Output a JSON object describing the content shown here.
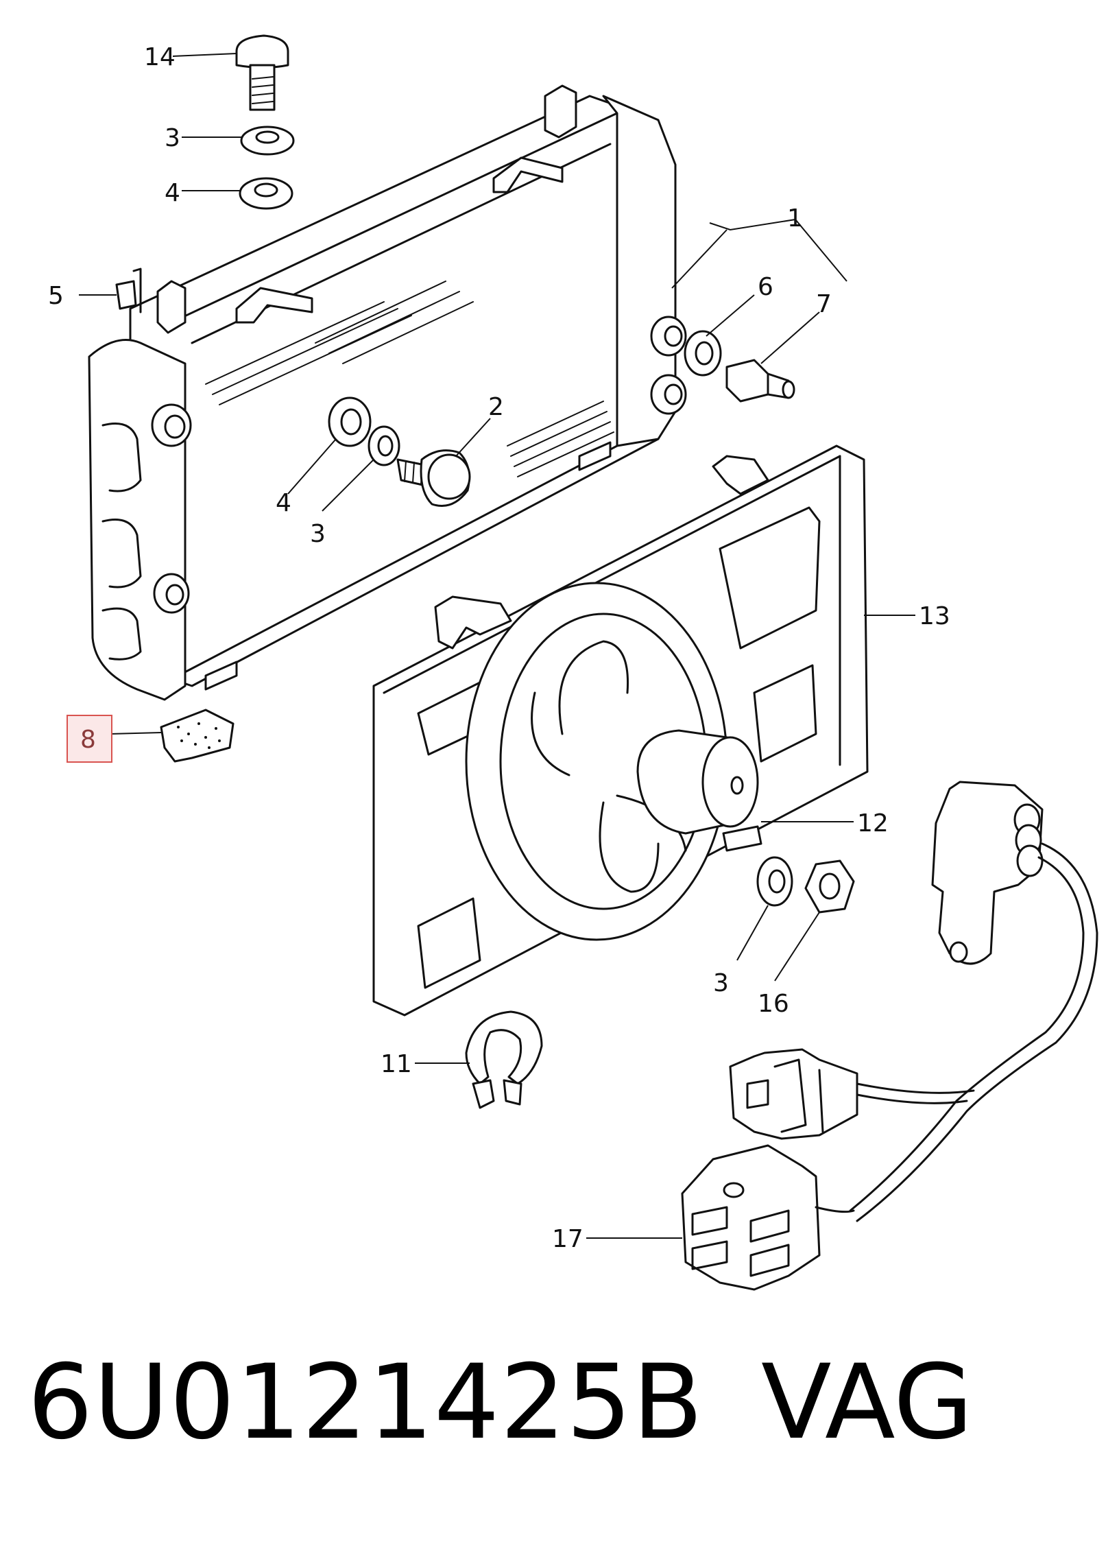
{
  "callouts": {
    "c14": "14",
    "c3_top": "3",
    "c4_top": "4",
    "c1": "1",
    "c5": "5",
    "c6": "6",
    "c7": "7",
    "c2": "2",
    "c4_mid": "4",
    "c3_mid": "3",
    "c13": "13",
    "c8": "8",
    "c12": "12",
    "c3_bottom": "3",
    "c16": "16",
    "c11": "11",
    "c17": "17"
  },
  "highlight_color": "#d9534f",
  "footer": {
    "part_number": "6U0121425B",
    "brand": "VAG"
  }
}
